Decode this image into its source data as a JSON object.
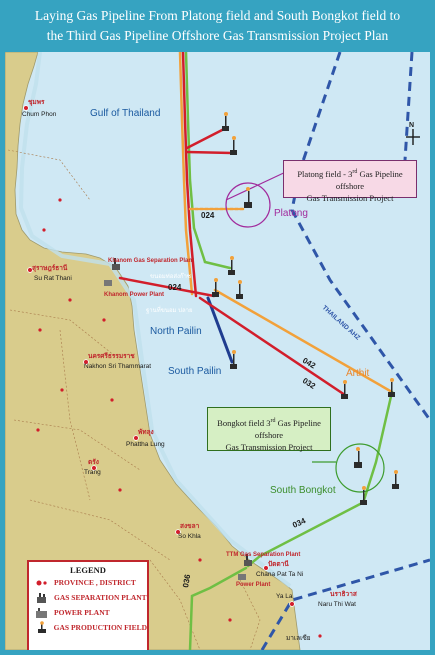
{
  "title": {
    "line1": "Laying Gas Pipeline From Platong field and South Bongkot field to",
    "line2": "the Third Gas Pipeline Offshore Gas Transmission Project Plan"
  },
  "compass": {
    "label": "N"
  },
  "sea_labels": {
    "gulf": "Gulf of Thailand"
  },
  "fields": {
    "platong": "Platong",
    "north_pailin": "North Pailin",
    "south_pailin": "South Pailin",
    "arthit": "Arthit",
    "south_bongkot": "South Bongkot"
  },
  "boundary_label": "THAILAND AHZ",
  "pipelines": {
    "p024a": "024",
    "p024b": "024",
    "p042": "042",
    "p032": "032",
    "p034": "034",
    "p036": "036"
  },
  "callouts": {
    "platong": {
      "line1_pre": "Platong field - 3",
      "line1_sup": "rd",
      "line1_post": " Gas Pipeline offshore",
      "line2": "Gas Transmission Project"
    },
    "bongkot": {
      "line1_pre": "Bongkot field  3",
      "line1_sup": "rd",
      "line1_post": " Gas Pipeline offshore",
      "line2": "Gas Transmission Project"
    }
  },
  "places": {
    "chum_phon_th": "ชุมพร",
    "chum_phon": "Chum Phon",
    "surat_th": "สุราษฎร์ธานี",
    "surat": "Su Rat Thani",
    "khanom_gsp": "Khanom Gas Separation Plant",
    "khanom_pp": "Khanom Power Plant",
    "nakhon_th": "นครศรีธรรมราช",
    "nakhon": "Nakhon Sri Thammarat",
    "phatthalung_th": "พัทลุง",
    "phatthalung": "Phattha Lung",
    "trang_th": "ตรัง",
    "trang": "Trang",
    "songkhla_th": "สงขลา",
    "songkhla": "So Khla",
    "ttm_gsp": "TTM Gas Separation Plant",
    "chana_th": "ปัตตานี",
    "chana": "Chana Pat Ta Ni",
    "ttm_pp": "Power Plant",
    "yala": "Ya La",
    "narathiwat_th": "นราธิวาส",
    "narathiwat": "Naru Thi Wat",
    "malaysia_th": "มาเลเซีย",
    "pipe_label_a": "ขนอมท่อส่งก๊าซ",
    "pipe_label_b": "ฐานที่ขนอม ปลาย"
  },
  "legend": {
    "title": "LEGEND",
    "items": [
      {
        "icon": "province-district-icon",
        "label": "PROVINCE , DISTRICT"
      },
      {
        "icon": "gas-separation-plant-icon",
        "label": "GAS SEPARATION PLANT"
      },
      {
        "icon": "power-plant-icon",
        "label": "POWER PLANT"
      },
      {
        "icon": "gas-production-field-icon",
        "label": "GAS PRODUCTION FIELD"
      }
    ]
  },
  "colors": {
    "frame": "#36a3c1",
    "sea": "#cfe8f4",
    "land": "#d9cc8c",
    "pipe_red": "#d21e2b",
    "pipe_orange": "#f2a13a",
    "pipe_green": "#6fbf44",
    "pipe_blue": "#1f3c8f",
    "boundary": "#2f56a8",
    "callout_platong": "#f7d9e6",
    "callout_bongkot": "#d6efc4"
  }
}
